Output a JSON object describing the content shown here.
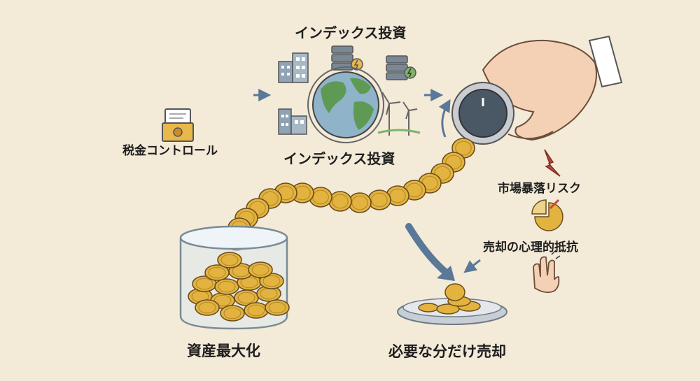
{
  "labels": {
    "index_top": "インデックス投資",
    "index_bottom": "インデックス投資",
    "tax_control": "税金コントロール",
    "market_crash": "市場暴落リスク",
    "sell_resistance": "売却の心理的抵抗",
    "maximize": "資産最大化",
    "sell_needed": "必要な分だけ売却"
  },
  "colors": {
    "background": "#f3ead8",
    "coin": "#e2b43f",
    "arrow": "#5a7898",
    "alert": "#c9463a"
  },
  "icons": [
    "envelope-icon",
    "globe-icon",
    "server-icon",
    "building-icon",
    "wind-turbine-icon",
    "hand-icon",
    "dial-knob-icon",
    "lightning-icon",
    "pie-chart-icon",
    "stop-hand-icon",
    "glass-jar-icon",
    "coin-dish-icon"
  ]
}
